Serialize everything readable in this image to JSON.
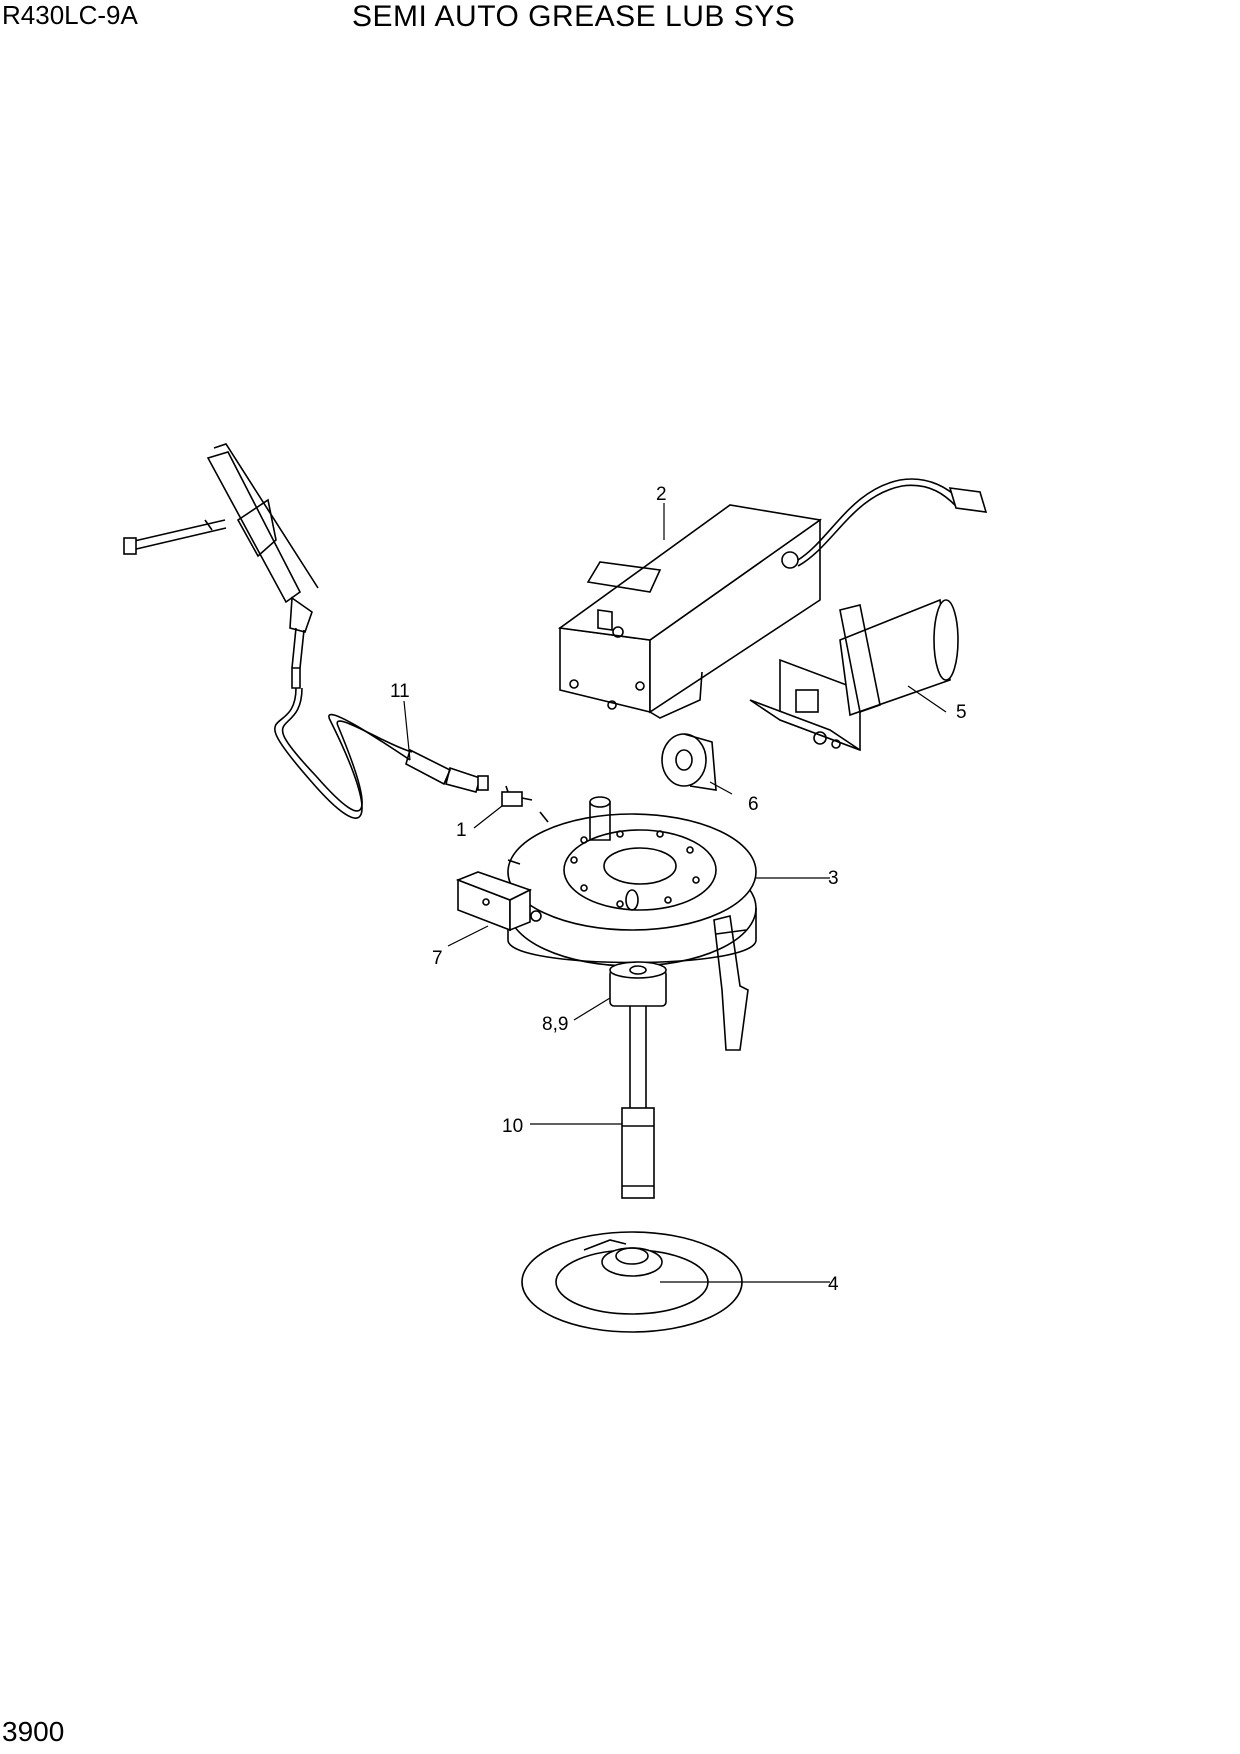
{
  "header": {
    "model": "R430LC-9A",
    "title": "SEMI AUTO GREASE LUB SYS"
  },
  "footer": {
    "page_number": "3900"
  },
  "callouts": [
    {
      "id": "1",
      "label": "1"
    },
    {
      "id": "2",
      "label": "2"
    },
    {
      "id": "3",
      "label": "3"
    },
    {
      "id": "4",
      "label": "4"
    },
    {
      "id": "5",
      "label": "5"
    },
    {
      "id": "6",
      "label": "6"
    },
    {
      "id": "7",
      "label": "7"
    },
    {
      "id": "8-9",
      "label": "8,9"
    },
    {
      "id": "10",
      "label": "10"
    },
    {
      "id": "11",
      "label": "11"
    }
  ]
}
